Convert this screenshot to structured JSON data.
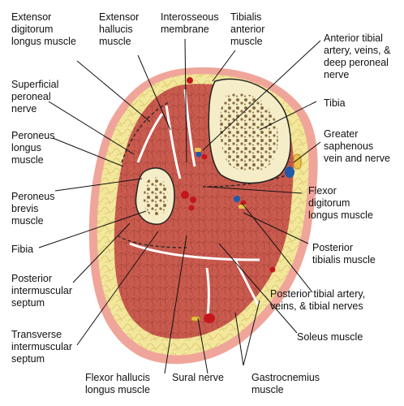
{
  "labels": {
    "extensor_digitorum": "Extensor\ndigitorum\nlongus muscle",
    "extensor_hallucis": "Extensor\nhallucis\nmuscle",
    "interosseous": "Interosseous\nmembrane",
    "tibialis_anterior": "Tibialis\nanterior\nmuscle",
    "anterior_tibial_artery": "Anterior tibial\nartery, veins, &\ndeep peroneal\nnerve",
    "superficial_peroneal": "Superficial\nperoneal\nnerve",
    "tibia": "Tibia",
    "peroneus_longus": "Peroneus\nlongus\nmuscle",
    "greater_saphenous": "Greater\nsaphenous\nvein and nerve",
    "peroneus_brevis": "Peroneus\nbrevis\nmuscle",
    "flexor_digitorum": "Flexor\ndigitorum\nlongus muscle",
    "fibia": "Fibia",
    "posterior_tibialis": "Posterior\ntibialis muscle",
    "posterior_intermuscular": "Posterior\nintermuscular\nseptum",
    "posterior_tibial_artery": "Posterior tibial artery,\nveins, & tibial nerves",
    "transverse_intermuscular": "Transverse\nintermuscular\nseptum",
    "soleus": "Soleus muscle",
    "flexor_hallucis": "Flexor hallucis\nlongus muscle",
    "sural_nerve": "Sural nerve",
    "gastrocnemius": "Gastrocnemius\nmuscle"
  },
  "colors": {
    "skin": "#f0a59a",
    "fat": "#f3e79c",
    "muscle": "#c95a4e",
    "bone": "#f4edc8",
    "marrow": "#8a6b3f",
    "artery": "#c4161c",
    "vein": "#1f5aa8",
    "nerve": "#e9c24a"
  }
}
